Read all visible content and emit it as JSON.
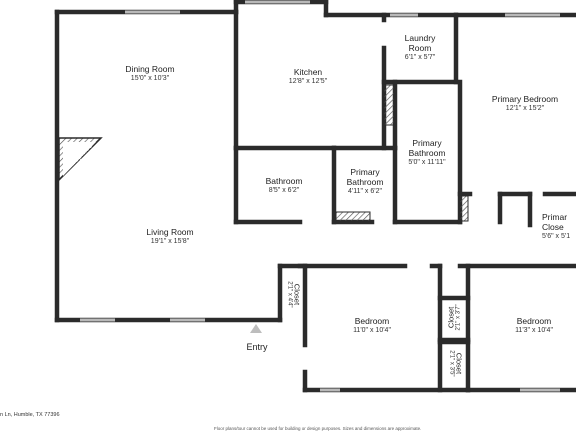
{
  "rooms": {
    "dining": {
      "name": "Dining Room",
      "dims": "15'0\" x 10'3\""
    },
    "kitchen": {
      "name": "Kitchen",
      "dims": "12'8\" x 12'5\""
    },
    "laundry": {
      "name_1": "Laundry",
      "name_2": "Room",
      "dims": "6'1\" x 5'7\""
    },
    "primary_bedroom": {
      "name": "Primary Bedroom",
      "dims": "12'1\" x 15'2\""
    },
    "primary_bathroom_large": {
      "name_1": "Primary",
      "name_2": "Bathroom",
      "dims": "5'0\" x 11'11\""
    },
    "bathroom": {
      "name": "Bathroom",
      "dims": "8'5\" x 6'2\""
    },
    "primary_bathroom_small": {
      "name_1": "Primary",
      "name_2": "Bathroom",
      "dims": "4'11\" x 6'2\""
    },
    "living": {
      "name": "Living Room",
      "dims": "19'1\" x 15'8\""
    },
    "primary_closet": {
      "name_1": "Primar",
      "name_2": "Close",
      "dims": "5'6\" x 5'1"
    },
    "closet_hall": {
      "name": "Closet",
      "dims": "2'1\" x 4'4\""
    },
    "bedroom_1": {
      "name": "Bedroom",
      "dims": "11'0\" x 10'4\""
    },
    "closet_a": {
      "name": "Closet",
      "dims": "2'1\" x 3'7\""
    },
    "closet_b": {
      "name": "Closet",
      "dims": "2'1\" x 3'5\""
    },
    "bedroom_2": {
      "name": "Bedroom",
      "dims": "11'3\" x 10'4\""
    }
  },
  "fireplace": "Fireplace",
  "entry": "Entry",
  "footer": {
    "address": "n Ln, Humble, TX 77396",
    "disclaimer": "Floor plans/tour cannot be used for building or design purposes. Sizes and dimensions are approximate."
  },
  "colors": {
    "wall": "#2b2b2b",
    "window": "#b9b9b9",
    "hatch": "#555555"
  }
}
